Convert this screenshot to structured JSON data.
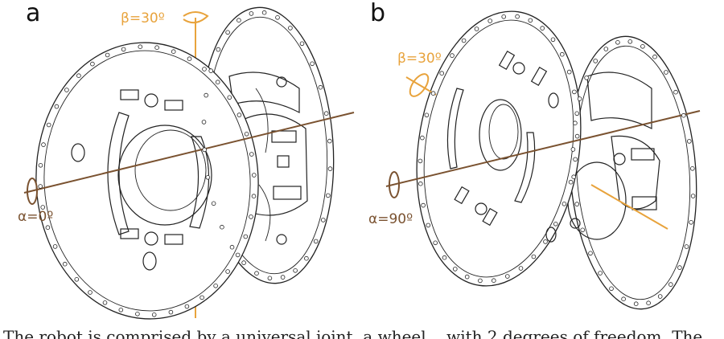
{
  "panels": [
    {
      "letter": "a",
      "alpha": "α=0º",
      "beta": "β=30º"
    },
    {
      "letter": "b",
      "alpha": "α=90º",
      "beta": "β=30º"
    }
  ],
  "colors": {
    "alpha_axis": "#7a5230",
    "beta_axis": "#e8a33c",
    "line": "#222222"
  },
  "caption": "The robot is comprised by a universal joint, a wheel... with 2 degrees of freedom. The"
}
